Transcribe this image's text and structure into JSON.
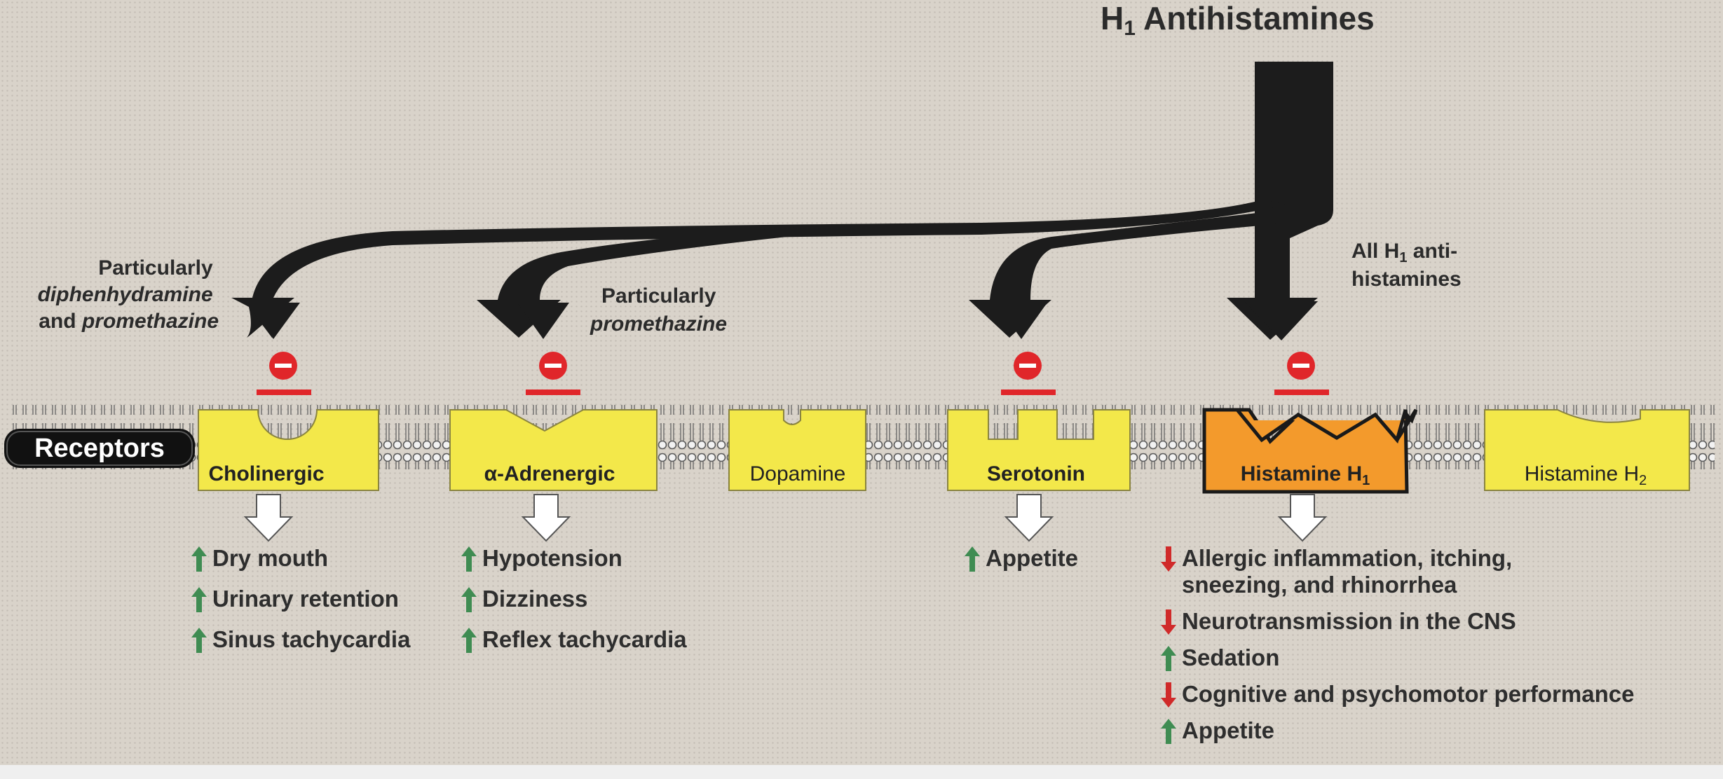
{
  "title": {
    "main": "H",
    "sub": "1",
    "rest": " Antihistamines"
  },
  "badge": {
    "label": "Receptors"
  },
  "annotations": {
    "diphen_line1": "Particularly",
    "diphen_line2": "diphenhydramine",
    "diphen_line3_pre": "and ",
    "diphen_line3_ital": "promethazine",
    "prometh_line1": "Particularly",
    "prometh_line2": "promethazine",
    "allh1_line1_pre": "All H",
    "allh1_line1_sub": "1",
    "allh1_line1_post": " anti-",
    "allh1_line2": "histamines"
  },
  "receptors": [
    {
      "label": "Cholinergic"
    },
    {
      "label": "α-Adrenergic"
    },
    {
      "label": "Dopamine"
    },
    {
      "label": "Serotonin"
    },
    {
      "label": "Histamine H",
      "sub": "1"
    },
    {
      "label": "Histamine H",
      "sub": "2"
    }
  ],
  "effects": {
    "cholinergic": [
      {
        "dir": "up",
        "text": "Dry mouth"
      },
      {
        "dir": "up",
        "text": "Urinary retention"
      },
      {
        "dir": "up",
        "text": "Sinus tachycardia"
      }
    ],
    "adrenergic": [
      {
        "dir": "up",
        "text": "Hypotension"
      },
      {
        "dir": "up",
        "text": "Dizziness"
      },
      {
        "dir": "up",
        "text": "Reflex tachycardia"
      }
    ],
    "serotonin": [
      {
        "dir": "up",
        "text": "Appetite"
      }
    ],
    "histamine": [
      {
        "dir": "down",
        "text": "Allergic inflammation, itching,"
      },
      {
        "dir": "none",
        "text": "sneezing, and rhinorrhea"
      },
      {
        "dir": "down",
        "text": "Neurotransmission in the CNS"
      },
      {
        "dir": "up",
        "text": "Sedation"
      },
      {
        "dir": "down",
        "text": "Cognitive and psychomotor performance"
      },
      {
        "dir": "up",
        "text": "Appetite"
      }
    ]
  },
  "colors": {
    "yellow": "#f3e84a",
    "orange": "#f39a2c",
    "inhibit_red": "#e0262a",
    "up_green": "#3f8c52",
    "down_red": "#d02a2a",
    "arrow_black": "#1c1c1c"
  }
}
